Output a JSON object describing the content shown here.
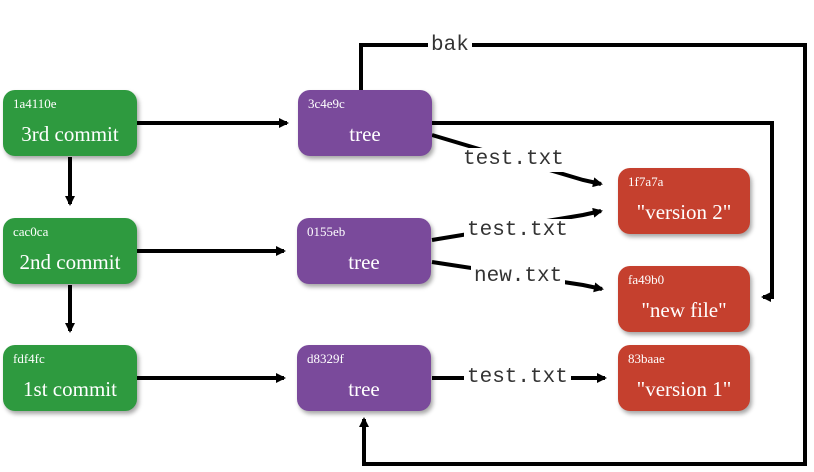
{
  "commits": [
    {
      "hash": "1a4110e",
      "title": "3rd commit"
    },
    {
      "hash": "cac0ca",
      "title": "2nd commit"
    },
    {
      "hash": "fdf4fc",
      "title": "1st commit"
    }
  ],
  "trees": [
    {
      "hash": "3c4e9c",
      "title": "tree"
    },
    {
      "hash": "0155eb",
      "title": "tree"
    },
    {
      "hash": "d8329f",
      "title": "tree"
    }
  ],
  "blobs": [
    {
      "hash": "1f7a7a",
      "title": "\"version 2\""
    },
    {
      "hash": "fa49b0",
      "title": "\"new file\""
    },
    {
      "hash": "83baae",
      "title": "\"version 1\""
    }
  ],
  "edge_labels": {
    "bak": "bak",
    "tree3_test": "test.txt",
    "tree2_test": "test.txt",
    "tree2_new": "new.txt",
    "tree1_test": "test.txt"
  },
  "colors": {
    "commit": "#2e9a3f",
    "tree": "#7a4a9b",
    "blob": "#c5402e",
    "arrow": "#000000"
  }
}
